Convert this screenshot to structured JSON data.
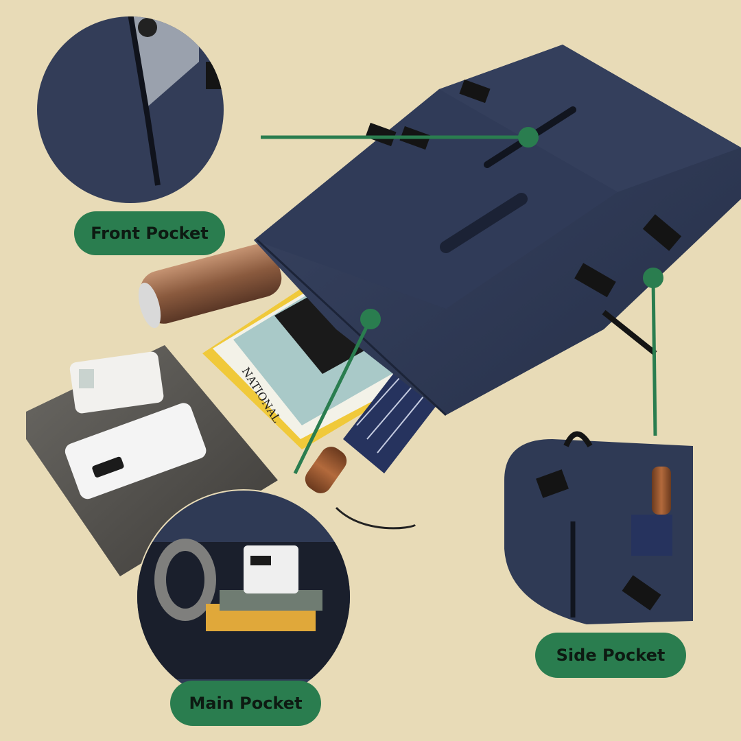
{
  "labels": {
    "front_pocket": "Front Pocket",
    "main_pocket": "Main Pocket",
    "side_pocket": "Side Pocket"
  },
  "product_imprint": "NATIONAL",
  "colors": {
    "background": "#e8dbb7",
    "accent_green": "#2a7d4f",
    "bag_navy": "#2f3a55"
  },
  "icons": {
    "callout_dot": "circle"
  }
}
